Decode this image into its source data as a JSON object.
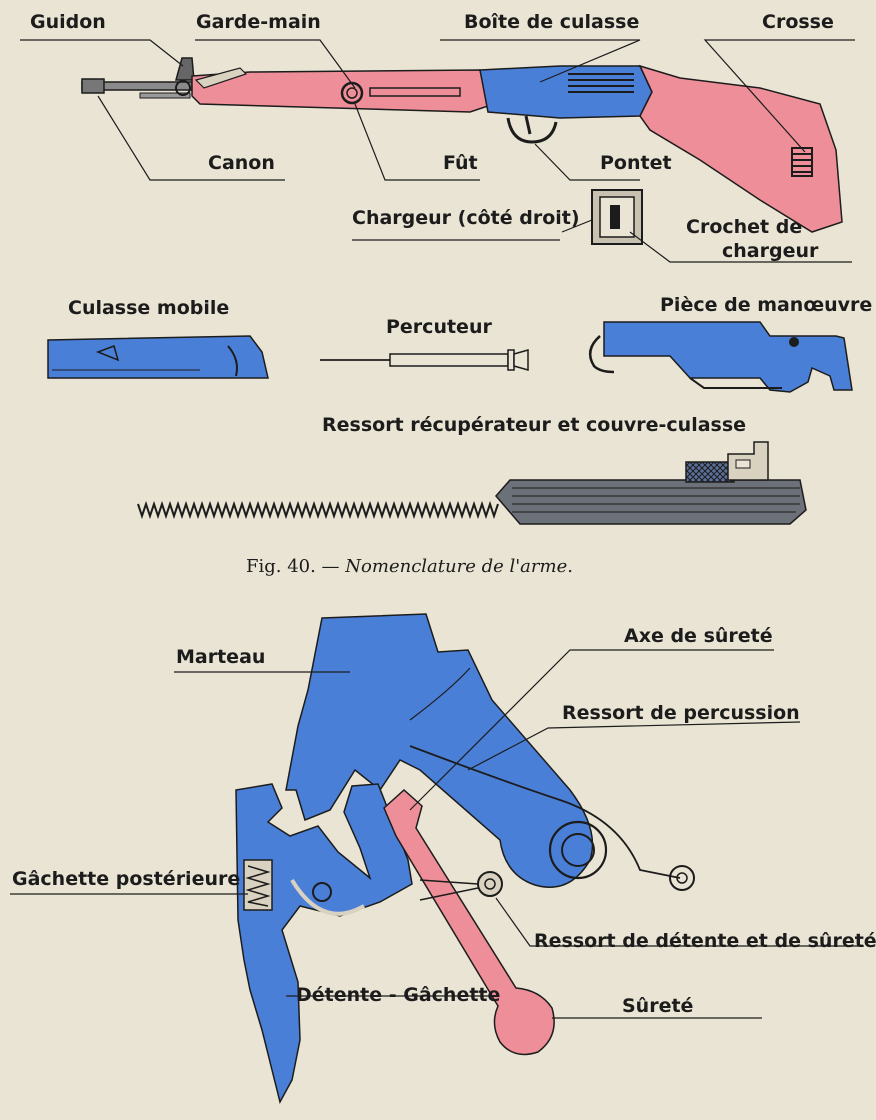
{
  "colors": {
    "paper": "#e9e4d3",
    "blue": "#4a7fd8",
    "pink": "#ee8e98",
    "ink": "#1c1c1c",
    "metal": "#9a9a9a"
  },
  "rifle_labels": {
    "guidon": "Guidon",
    "garde_main": "Garde-main",
    "boite_de_culasse": "Boîte de culasse",
    "crosse": "Crosse",
    "canon": "Canon",
    "fut": "Fût",
    "pontet": "Pontet"
  },
  "parts_labels": {
    "chargeur": "Chargeur (côté droit)",
    "crochet_de_chargeur_1": "Crochet de",
    "crochet_de_chargeur_2": "chargeur",
    "culasse_mobile": "Culasse mobile",
    "percuteur": "Percuteur",
    "piece_de_manoeuvre": "Pièce de manœuvre",
    "ressort_recuperateur": "Ressort récupérateur et couvre-culasse"
  },
  "caption": {
    "fig": "Fig. 40. —",
    "text": "Nomenclature de l'arme."
  },
  "trigger_labels": {
    "marteau": "Marteau",
    "axe_de_surete": "Axe de sûreté",
    "ressort_de_percussion": "Ressort de percussion",
    "gachette_posterieure": "Gâchette postérieure",
    "ressort_de_detente": "Ressort de détente et de sûreté",
    "detente_gachette": "Détente - Gâchette",
    "surete": "Sûreté"
  }
}
